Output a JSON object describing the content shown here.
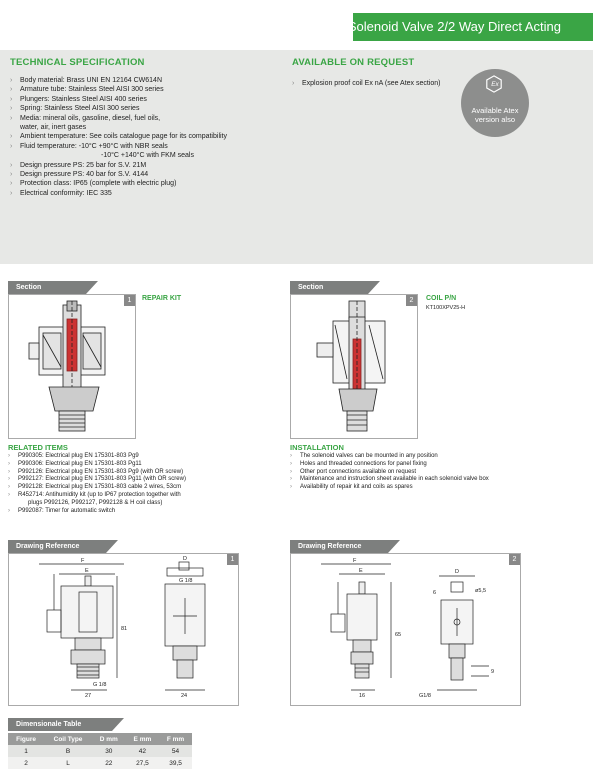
{
  "header": {
    "title": "Solenoid Valve 2/2 Way Direct Acting"
  },
  "spec": {
    "title": "TECHNICAL SPECIFICATION",
    "items": [
      "Body material: Brass UNI EN 12164 CW614N",
      "Armature tube: Stainless Steel AISI 300 series",
      "Plungers: Stainless Steel AISI 400 series",
      "Spring: Stainless Steel AISI 300 series",
      "Media: mineral oils, gasoline, diesel, fuel oils,",
      "water, air, inert gases",
      "Ambient temperature: See coils catalogue page for its compatibility",
      "Fluid temperature: -10°C +90°C with NBR seals",
      "-10°C +140°C with FKM seals",
      "Design pressure PS: 25 bar for S.V. 21M",
      "Design pressure PS: 40 bar for S.V. 4144",
      "Protection class: IP65 (complete with electric plug)",
      "Electrical conformity: IEC 335"
    ]
  },
  "request": {
    "title": "AVAILABLE ON REQUEST",
    "items": [
      "Explosion proof coil Ex nA (see Atex section)"
    ],
    "badge_symbol": "Ex",
    "badge_line1": "Available Atex",
    "badge_line2": "version also"
  },
  "section1": {
    "tab": "Section",
    "number": "1",
    "label": "REPAIR KIT"
  },
  "section2": {
    "tab": "Section",
    "number": "2",
    "label": "COIL P/N",
    "code": "KT100XPV25-H"
  },
  "related": {
    "title": "RELATED ITEMS",
    "items": [
      "P990305: Electrical plug EN 175301-803 Pg9",
      "P990306: Electrical plug EN 175301-803 Pg11",
      "P992126: Electrical plug EN 175301-803 Pg9 (with OR screw)",
      "P992127: Electrical plug EN 175301-803 Pg11 (with OR screw)",
      "P992128: Electrical plug EN 175301-803 cable 2 wires, 53cm",
      "R452714: Antihumidity kit (up to IP67 protection together with",
      "plugs P992126, P992127, P992128 & H coil class)",
      "P992087: Timer for automatic switch"
    ]
  },
  "install": {
    "title": "INSTALLATION",
    "items": [
      "The solenoid valves can be mounted in any position",
      "Holes and threaded connections for panel fixing",
      "Other port connections available on request",
      "Maintenance and instruction sheet available in each solenoid valve box",
      "Availability of repair kit and coils as spares"
    ]
  },
  "drawing1": {
    "tab": "Drawing Reference",
    "number": "1",
    "labels": {
      "F": "F",
      "E": "E",
      "D": "D",
      "G1": "G 1/8",
      "G2": "G 1/8",
      "h81": "81",
      "w27": "27",
      "w24": "24"
    }
  },
  "drawing2": {
    "tab": "Drawing Reference",
    "number": "2",
    "labels": {
      "F": "F",
      "E": "E",
      "D": "D",
      "d55": "ø5,5",
      "h65": "65",
      "h6": "6",
      "h9": "9",
      "w16": "16",
      "g18": "G1/8"
    }
  },
  "dim_table": {
    "title": "Dimensionale Table",
    "headers": [
      "Figure",
      "Coil Type",
      "D mm",
      "E mm",
      "F mm"
    ],
    "rows": [
      [
        "1",
        "B",
        "30",
        "42",
        "54"
      ],
      [
        "2",
        "L",
        "22",
        "27,5",
        "39,5"
      ]
    ]
  },
  "colors": {
    "accent": "#3aa545",
    "panel": "#e7e8e6",
    "tab": "#7d7f7e"
  }
}
